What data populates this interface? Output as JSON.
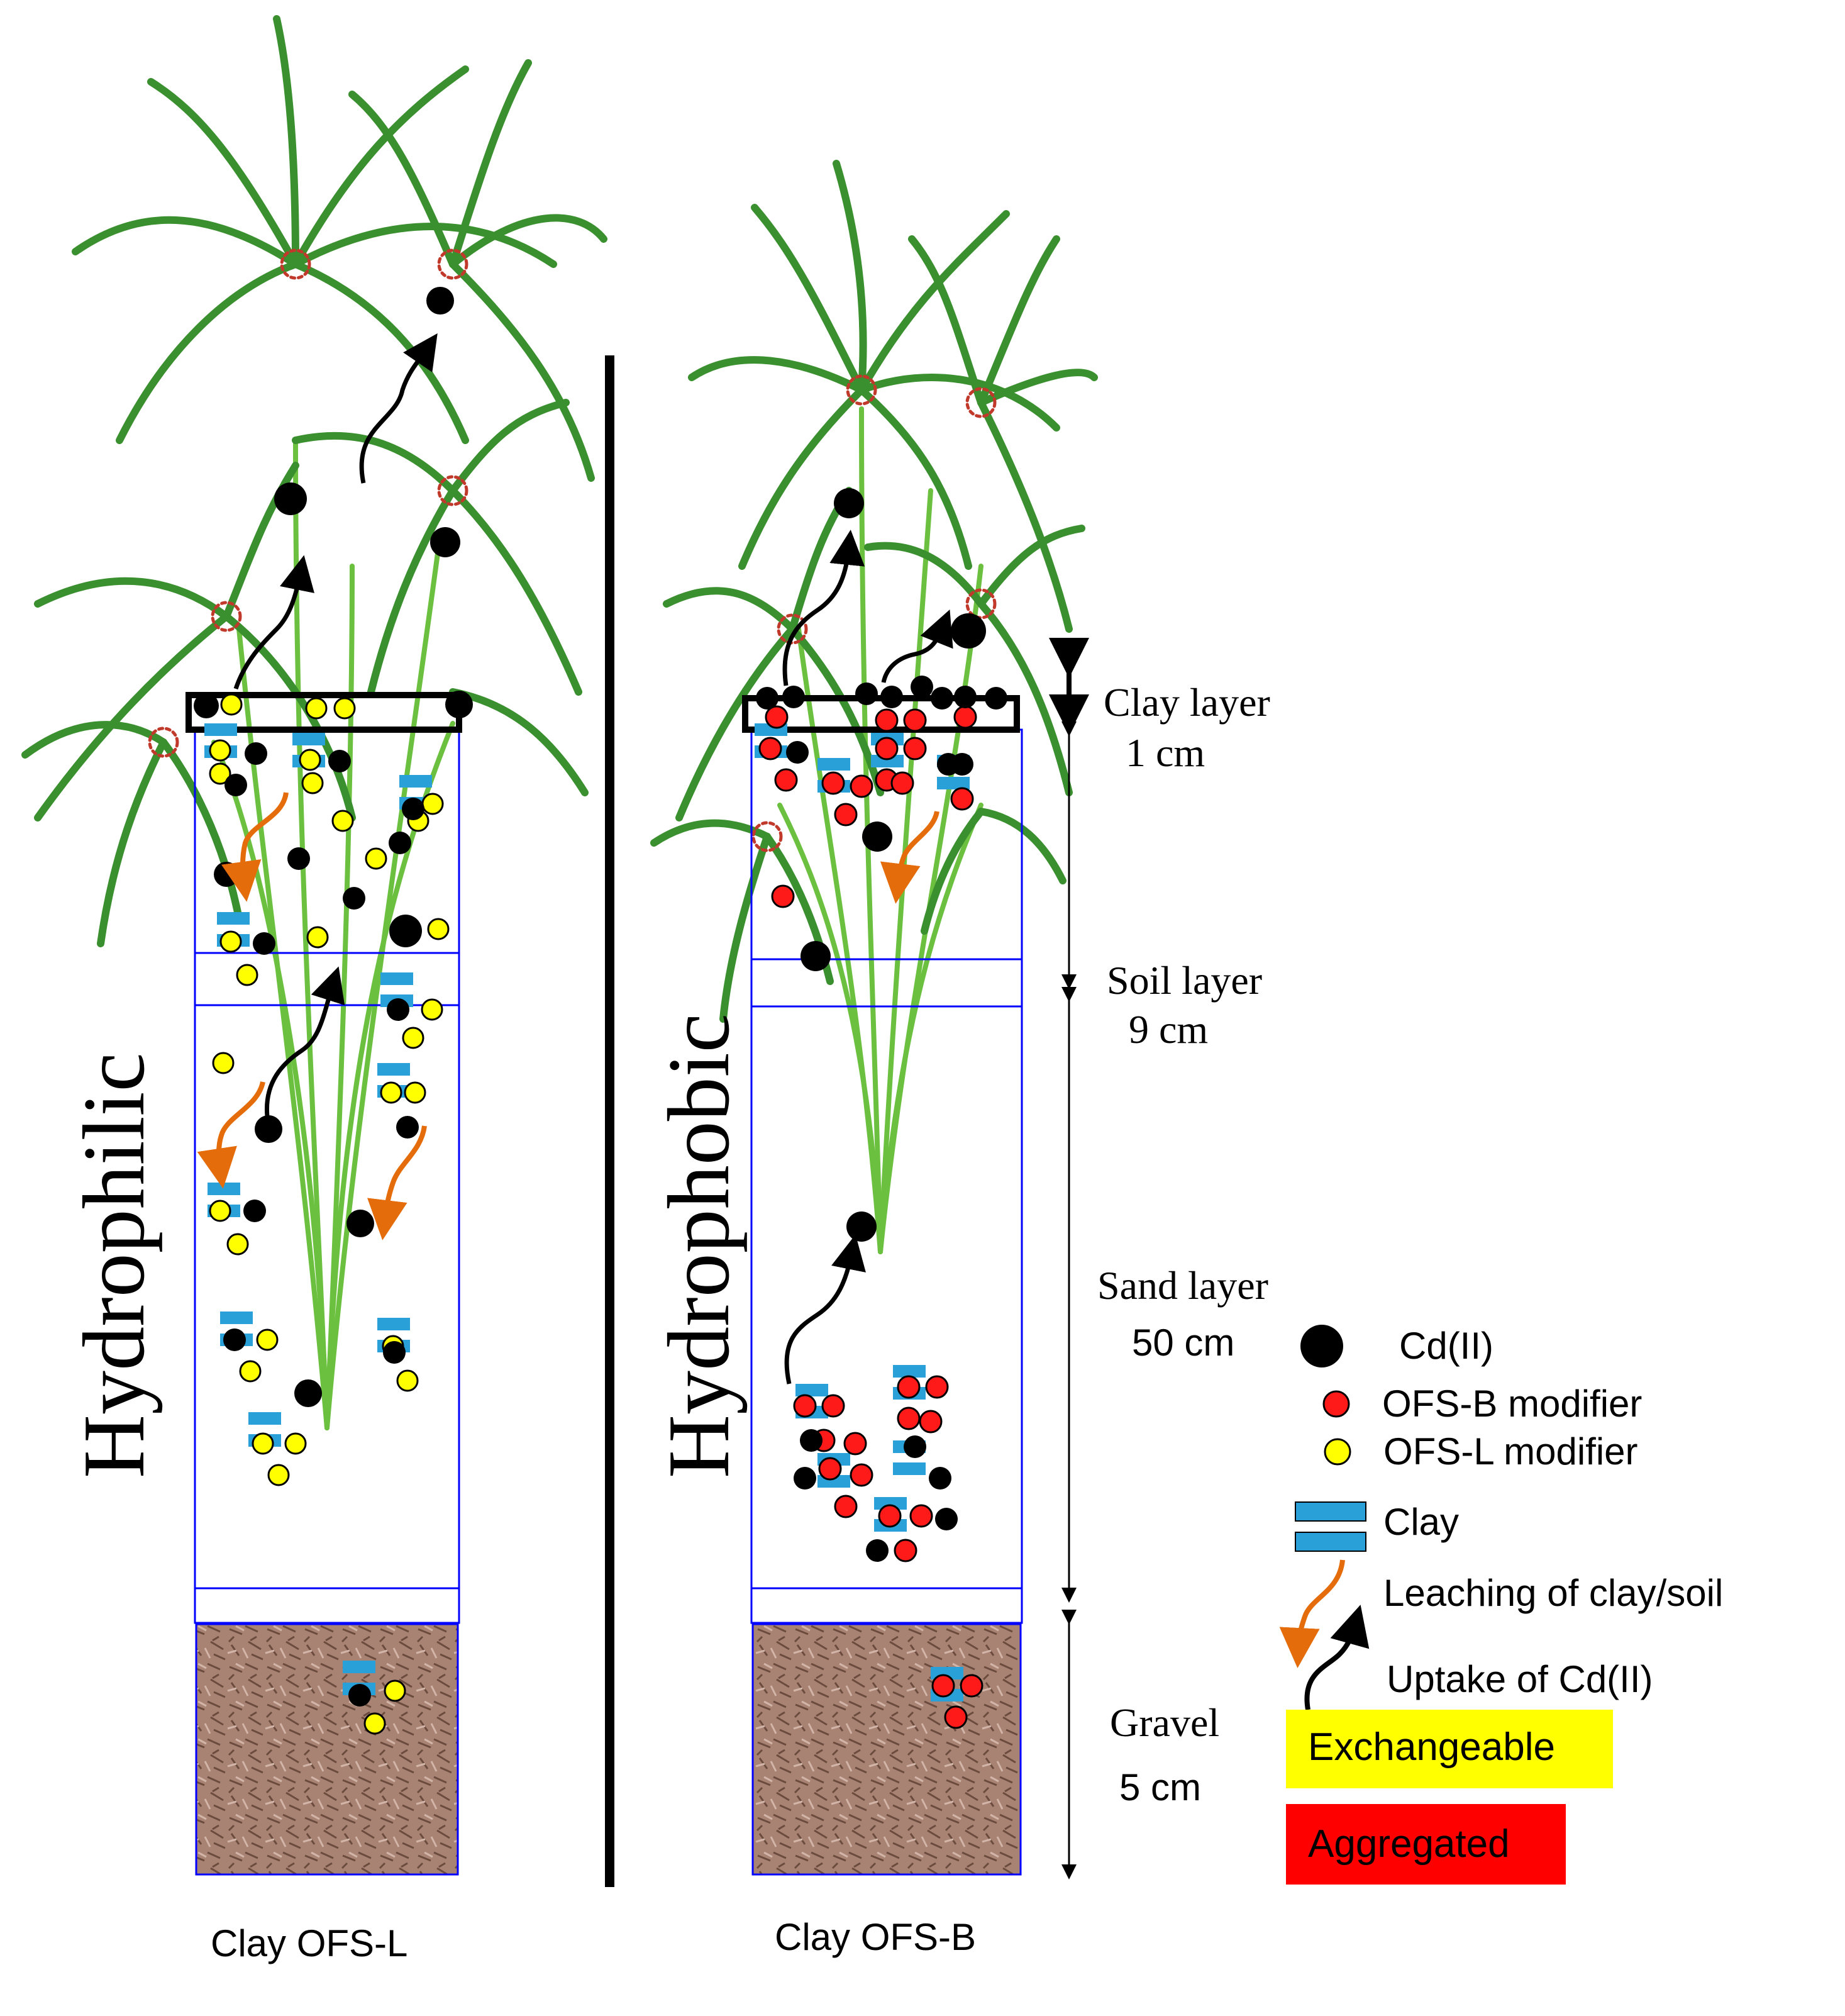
{
  "columns": {
    "left": {
      "side_label": "Hydrophilic",
      "caption": "Clay OFS-L"
    },
    "right": {
      "side_label": "Hydrophobic",
      "caption": "Clay OFS-B"
    }
  },
  "layers": {
    "clay": {
      "name": "Clay layer",
      "depth": "1 cm"
    },
    "soil": {
      "name": "Soil layer",
      "depth": "9 cm"
    },
    "sand": {
      "name": "Sand layer",
      "depth": "50 cm"
    },
    "gravel": {
      "name": "Gravel",
      "depth": "5 cm"
    }
  },
  "legend": {
    "cd": "Cd(II)",
    "ofs_b": "OFS-B modifier",
    "ofs_l": "OFS-L modifier",
    "clay": "Clay",
    "leaching": "Leaching of clay/soil",
    "uptake": "Uptake of Cd(II)",
    "exchangeable": "Exchangeable",
    "aggregated": "Aggregated"
  },
  "colors": {
    "cd": "#000000",
    "ofs_b": "#ff1a1a",
    "ofs_l": "#ffff00",
    "clay": "#2aa0d8",
    "leaching_arrow": "#e46c0a",
    "uptake_arrow": "#000000",
    "exchangeable_box": "#ffff00",
    "aggregated_box": "#ff0000",
    "leaf": "#3a8f2e",
    "stem": "#6cc040",
    "gravel": "#a88373",
    "column_border": "#0000ff"
  }
}
